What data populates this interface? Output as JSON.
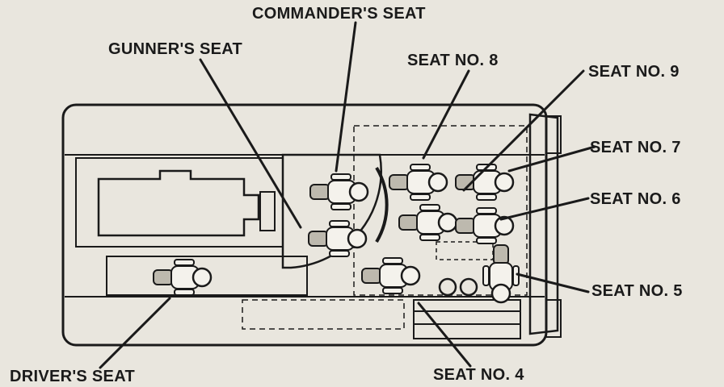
{
  "labels": {
    "commander": "COMMANDER'S SEAT",
    "gunner": "GUNNER'S SEAT",
    "seat8": "SEAT NO. 8",
    "seat9": "SEAT NO. 9",
    "seat7": "SEAT NO. 7",
    "seat6": "SEAT NO. 6",
    "seat5": "SEAT NO. 5",
    "seat4": "SEAT NO. 4",
    "driver": "DRIVER'S SEAT"
  },
  "colors": {
    "background": "#e9e6de",
    "ink": "#1a1a1a",
    "figure_fill": "#f4f2ec",
    "figure_shade": "#bdb9ae"
  }
}
